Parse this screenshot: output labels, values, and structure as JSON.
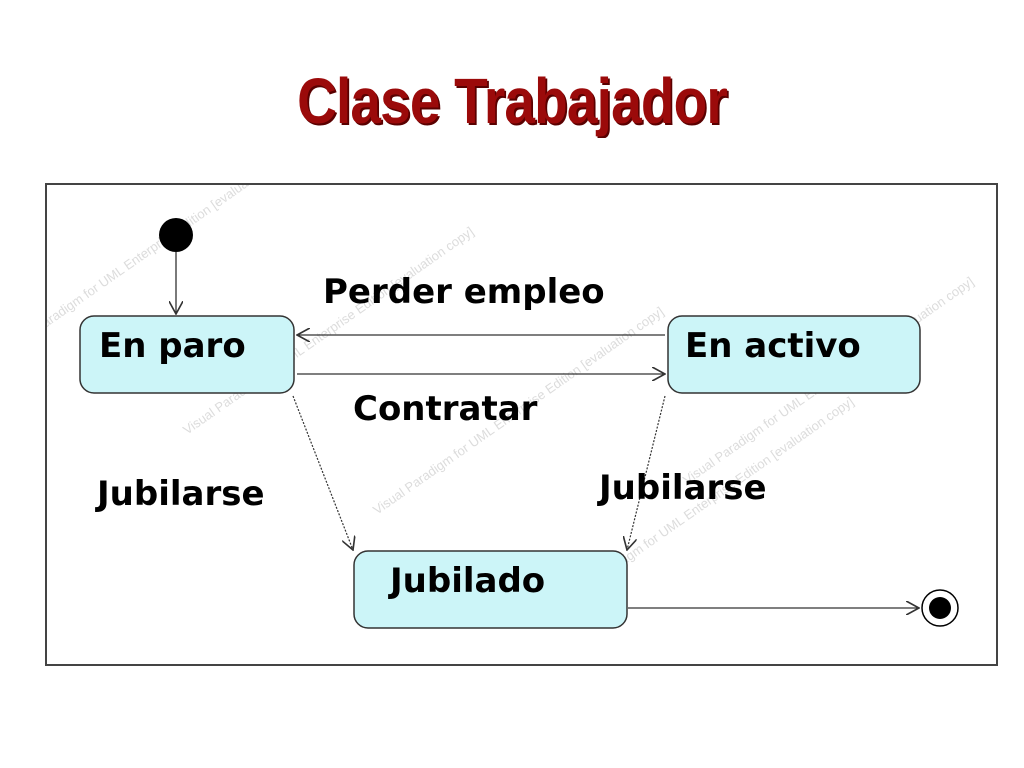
{
  "title": "Clase Trabajador",
  "watermark": "Visual Paradigm for UML Enterprise Edition [evaluation copy]",
  "colors": {
    "title": "#9b0a0a",
    "state_fill": "#ccf5f8",
    "state_stroke": "#333333",
    "edge": "#333333"
  },
  "states": {
    "en_paro": "En paro",
    "en_activo": "En activo",
    "jubilado": "Jubilado"
  },
  "transitions": {
    "perder_empleo": "Perder empleo",
    "contratar": "Contratar",
    "jubilarse_left": "Jubilarse",
    "jubilarse_right": "Jubilarse"
  }
}
